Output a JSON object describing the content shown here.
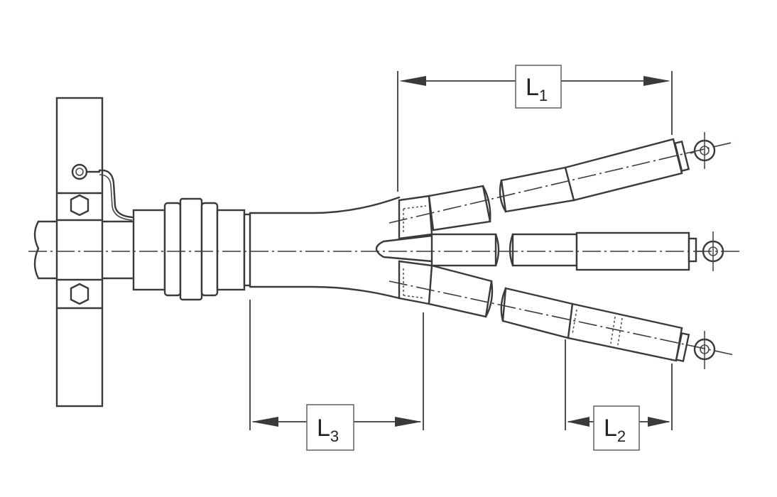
{
  "dimensions": [
    {
      "id": "L1",
      "main": "L",
      "sub": "1"
    },
    {
      "id": "L2",
      "main": "L",
      "sub": "2"
    },
    {
      "id": "L3",
      "main": "L",
      "sub": "3"
    }
  ]
}
